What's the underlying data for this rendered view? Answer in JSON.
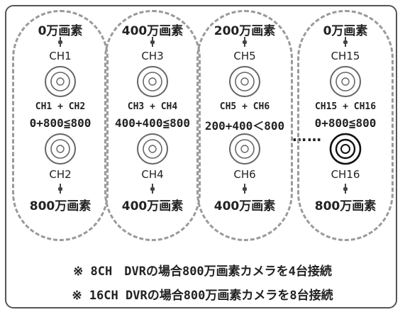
{
  "groups": [
    {
      "top_mp": "0万画素",
      "ch_a": "CH1",
      "sum": "CH1 + CH2",
      "calc": "0+800≦800",
      "ch_b": "CH2",
      "bottom_mp": "800万画素",
      "connector_b_style": "normal"
    },
    {
      "top_mp": "400万画素",
      "ch_a": "CH3",
      "sum": "CH3 + CH4",
      "calc": "400+400≦800",
      "ch_b": "CH4",
      "bottom_mp": "400万画素",
      "connector_b_style": "normal"
    },
    {
      "top_mp": "200万画素",
      "ch_a": "CH5",
      "sum": "CH5 + CH6",
      "calc": "200+400＜800",
      "ch_b": "CH6",
      "bottom_mp": "400万画素",
      "connector_b_style": "normal"
    },
    {
      "top_mp": "0万画素",
      "ch_a": "CH15",
      "sum": "CH15 + CH16",
      "calc": "0+800≦800",
      "ch_b": "CH16",
      "bottom_mp": "800万画素",
      "connector_b_style": "bold"
    }
  ],
  "ellipsis": "……",
  "notes": [
    "※ 8CH　DVRの場合800万画素カメラを4台接続",
    "※ 16CH DVRの場合800万画素カメラを8台接続"
  ],
  "colors": {
    "border": "#555555",
    "dashed": "#9a9a9a",
    "text": "#222222"
  }
}
